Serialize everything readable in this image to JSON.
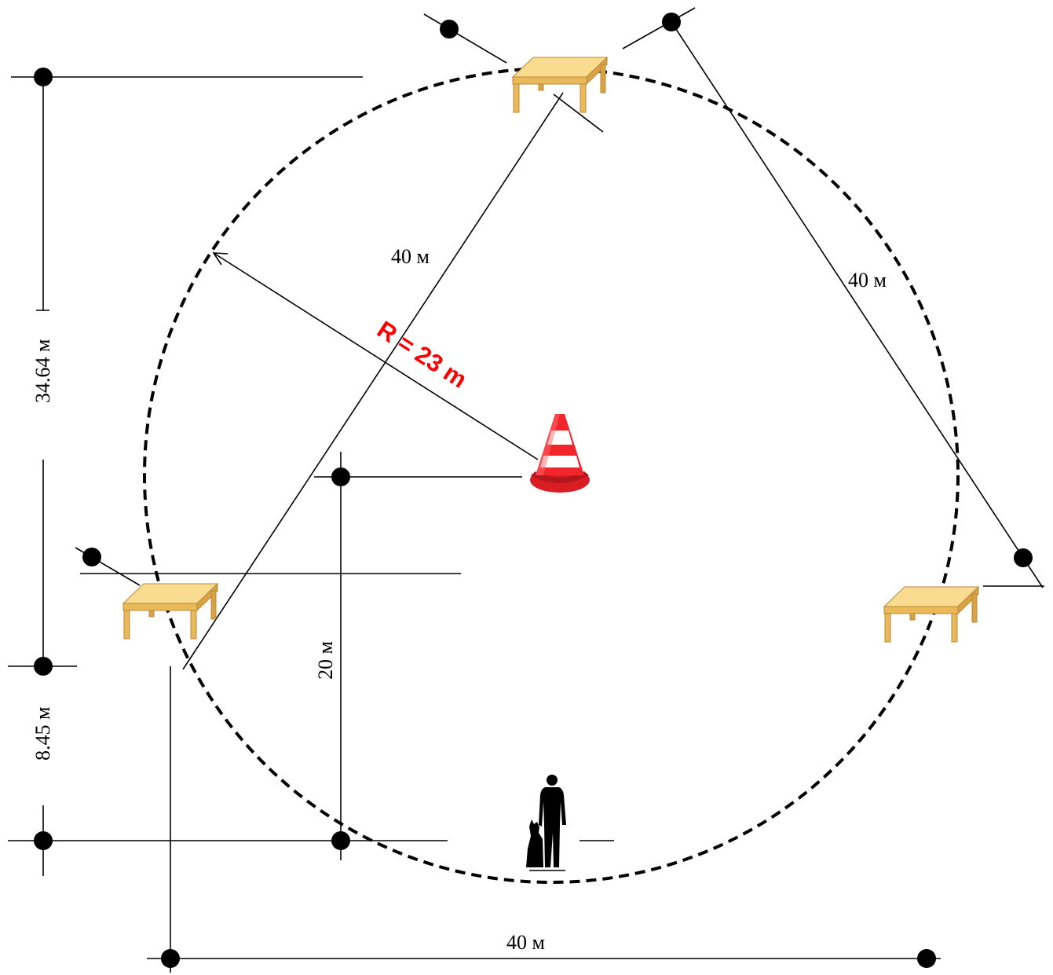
{
  "diagram": {
    "radius_label": "R = 23 m",
    "dimensions": {
      "chord_left": "40 м",
      "chord_right": "40 м",
      "bottom_width": "40 м",
      "left_vertical_main": "34.64 м",
      "left_vertical_small": "8.45 м",
      "center_vertical": "20 м"
    },
    "objects": [
      "table-top",
      "table-left",
      "table-right",
      "traffic-cone",
      "handler-with-dog"
    ],
    "colors": {
      "radius_label": "#ff0000",
      "table_top": "#f9d98a",
      "table_side": "#e8b957",
      "cone_red": "#f2252b",
      "cone_white": "#ffffff",
      "lines": "#000000"
    }
  }
}
